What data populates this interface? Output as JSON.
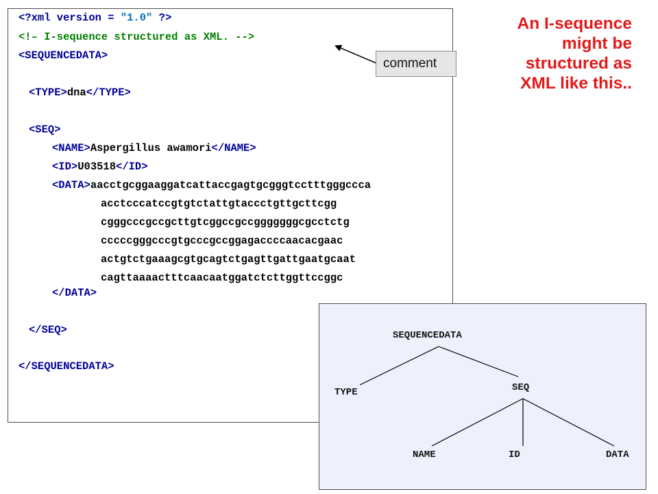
{
  "heading": {
    "lines": [
      "An I-sequence",
      "might be",
      "structured as",
      "XML like this.."
    ]
  },
  "callout": {
    "label": "comment"
  },
  "xml": {
    "decl_open": "<?xml version = ",
    "decl_value": "\"1.0\"",
    "decl_close": " ?>",
    "comment": "<!– I-sequence structured as XML. -->",
    "root_open": "<SEQUENCEDATA>",
    "type_open": "<TYPE>",
    "type_value": "dna",
    "type_close": "</TYPE>",
    "seq_open": "<SEQ>",
    "name_open": "<NAME>",
    "name_value": "Aspergillus awamori",
    "name_close": "</NAME>",
    "id_open": "<ID>",
    "id_value": "U03518",
    "id_close": "</ID>",
    "data_open": "<DATA>",
    "data_lines": [
      "aacctgcggaaggatcattaccgagtgcgggtcctttgggccca",
      "acctcccatccgtgtctattgtaccctgttgcttcgg",
      "cgggcccgccgcttgtcggccgccgggggggcgcctctg",
      "cccccgggcccgtgcccgccggagaccccaacacgaac",
      "actgtctgaaagcgtgcagtctgagttgattgaatgcaat",
      "cagttaaaactttcaacaatggatctcttggttccggc"
    ],
    "data_close": "</DATA>",
    "seq_close": "</SEQ>",
    "root_close": "</SEQUENCEDATA>"
  },
  "tree": {
    "root": "SEQUENCEDATA",
    "type": "TYPE",
    "seq": "SEQ",
    "name": "NAME",
    "id": "ID",
    "data": "DATA"
  },
  "colors": {
    "heading": "#e31a1a",
    "tag": "#000099",
    "comment": "#008000",
    "string": "#0070c0",
    "tree_background": "#eef0fb",
    "callout_background": "#e6e6e6"
  }
}
